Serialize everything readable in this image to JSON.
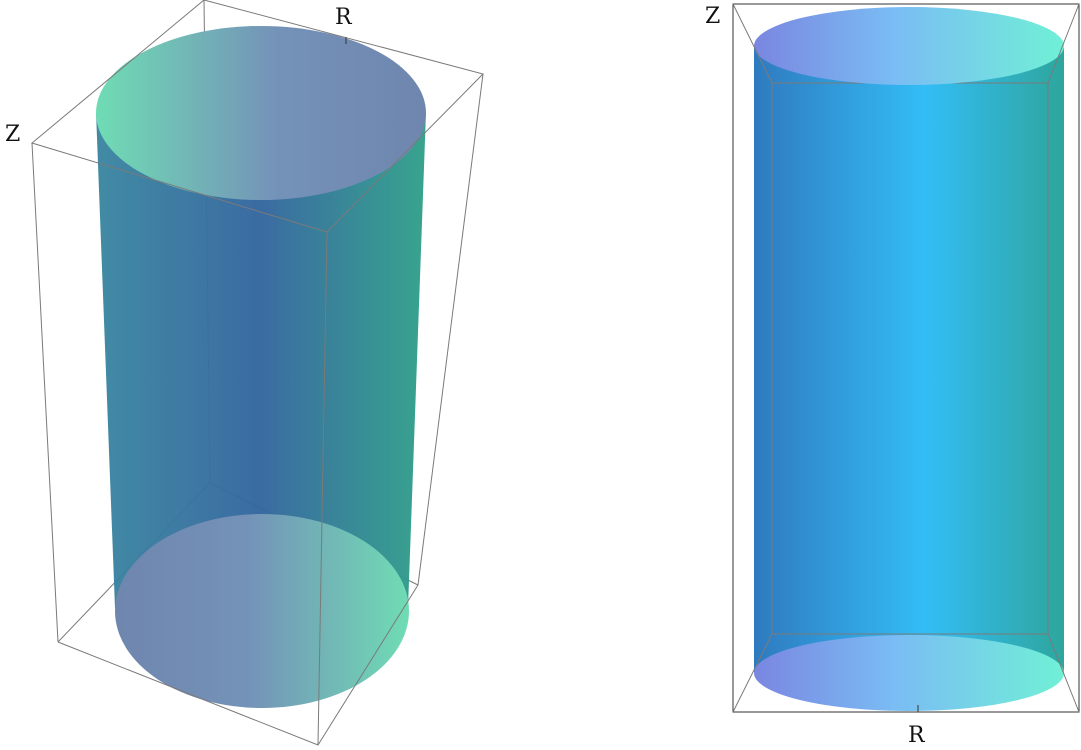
{
  "left_plot": {
    "axis_labels": {
      "top": "R",
      "side": "Z"
    },
    "colors": {
      "cap_left": "#6fdcb4",
      "cap_mid": "#7492b8",
      "cap_right": "#6f86ae",
      "body_left": "#3a86a0",
      "body_mid": "#32659e",
      "body_right": "#2fa089"
    }
  },
  "right_plot": {
    "axis_labels": {
      "side": "Z",
      "bottom": "R"
    },
    "colors": {
      "cap_left": "#7a86e0",
      "cap_mid": "#7abcf4",
      "cap_right": "#70f0d6",
      "body_left": "#2f7abf",
      "body_mid": "#33bdf6",
      "body_right": "#2ea69d"
    }
  }
}
